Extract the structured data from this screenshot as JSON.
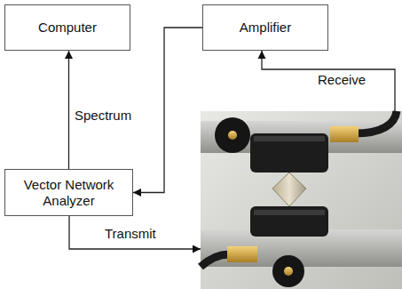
{
  "diagram": {
    "nodes": [
      {
        "text": [
          "Computer"
        ]
      },
      {
        "text": [
          "Amplifier"
        ]
      },
      {
        "text": [
          "Vector Network Analyzer"
        ]
      }
    ],
    "edges": [
      {
        "from": 2,
        "to": 0,
        "arrow": "to",
        "label": "Spectrum"
      },
      {
        "from": 1,
        "to": 2,
        "arrow": "to"
      }
    ],
    "labels": [
      "Receive",
      "Transmit"
    ]
  }
}
